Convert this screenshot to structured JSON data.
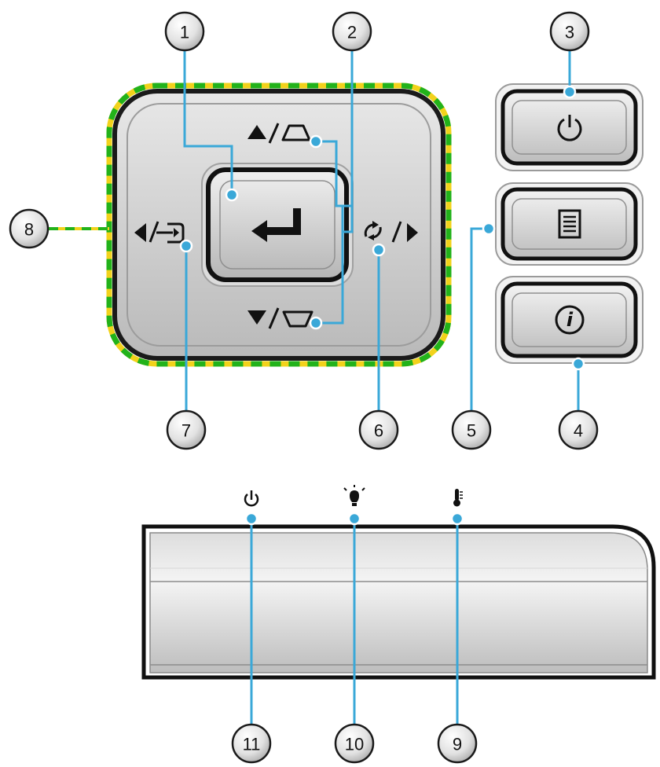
{
  "callouts": [
    "1",
    "2",
    "3",
    "4",
    "5",
    "6",
    "7",
    "8",
    "9",
    "10",
    "11"
  ],
  "icons": {
    "up_keystone": "up-arrow-keystone-icon",
    "down_keystone": "down-arrow-keystone-icon",
    "left_source": "left-arrow-source-icon",
    "right_resync": "right-arrow-resync-icon",
    "enter": "enter-icon",
    "power": "power-icon",
    "menu": "menu-icon",
    "info": "info-icon",
    "power_led": "power-led-icon",
    "lamp_led": "lamp-led-icon",
    "temp_led": "temperature-led-icon"
  },
  "colors": {
    "leader": "#3aa8d8",
    "dot": "#3aa8d8",
    "outline_green": "#22b21a",
    "outline_yellow": "#f2d21b"
  }
}
